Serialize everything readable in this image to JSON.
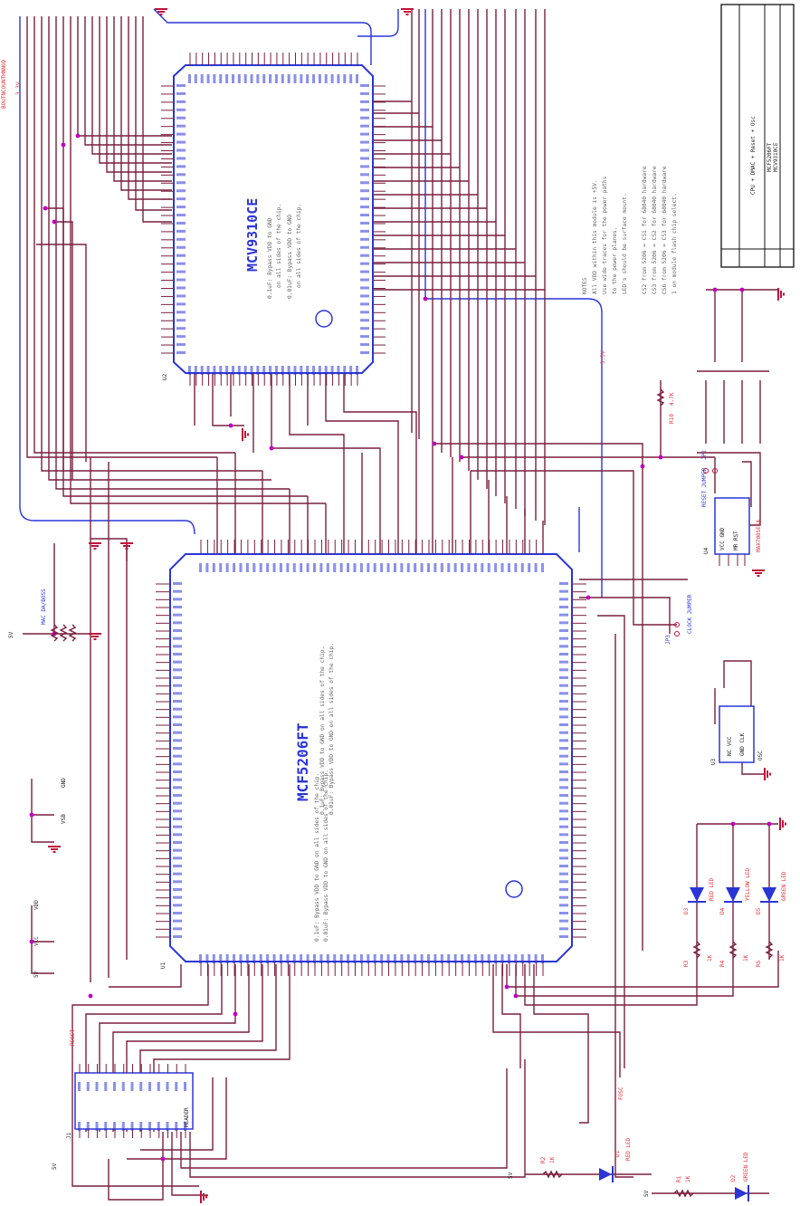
{
  "chips": {
    "u2": {
      "name": "MCF5206FT",
      "ref": "U1"
    },
    "u1": {
      "name": "MCV9310CE",
      "ref": "U2"
    },
    "u4": {
      "name": "MAX708SESA",
      "ref": "U4"
    },
    "u3": {
      "name": "OSC",
      "ref": "U3"
    }
  },
  "notes": {
    "u1_bypass": [
      "0.1uF: Bypass VDD to GND",
      "on all sides of the chip.",
      "0.01uF: Bypass VDD to GND",
      "on all sides of the chip."
    ],
    "u2_bypass": [
      "0.1uF: Bypass VDD to GND on all sides of the chip.",
      "0.01uF: Bypass VDD to GND on all sides of the chip."
    ],
    "general": [
      "NOTES",
      "All VDD within this module is +5V.",
      "Use wide traces for the power paths",
      "to the power planes.",
      "LED's should be surface mount.",
      "",
      "CS2 from 5206 = CS1 for 68040 hardware",
      "CS3 from 5206 = CS2 for 68040 hardware",
      "CS6 from 5206 = CS3 for 68040 hardware",
      "1 on module flash chip select."
    ]
  },
  "title_block": {
    "title": "CPU + DMAC + Reset + Osc",
    "rows": [
      "MCF5206FT",
      "MCV9310CE"
    ]
  },
  "parts": {
    "d1": {
      "ref": "D1",
      "label": "RED LED"
    },
    "d2": {
      "ref": "D2",
      "label": "GREEN LED"
    },
    "d3": {
      "ref": "D3",
      "label": "RED LED"
    },
    "d4": {
      "ref": "D4",
      "label": "YELLOW LED"
    },
    "d5": {
      "ref": "D5",
      "label": "GREEN LED"
    },
    "r1": {
      "ref": "R1",
      "label": "1K"
    },
    "r2": {
      "ref": "R2",
      "label": "1K"
    },
    "r3": {
      "ref": "R3",
      "label": "1K"
    },
    "r4": {
      "ref": "R4",
      "label": "1K"
    },
    "r5": {
      "ref": "R5",
      "label": "1K"
    },
    "r10": {
      "ref": "R10",
      "label": "4.7K"
    },
    "jp2": {
      "ref": "JP2",
      "label": "RESET JUMPER"
    },
    "jp3": {
      "ref": "JP3",
      "label": "CLOCK JUMPER"
    },
    "j1": {
      "ref": "J1",
      "label": "HEADER"
    },
    "rp1": {
      "label": "MAC DA/BOSS"
    }
  },
  "power": {
    "gnd": "GND",
    "vdd": "VDD",
    "vcc": "VCC",
    "v5": "5V",
    "v33": "3.3V",
    "vsb": "VSB"
  },
  "nets": {
    "top_left": "BOUTNCOUNTHNNOD",
    "reset": "RESET",
    "fosc": "FOSC"
  }
}
